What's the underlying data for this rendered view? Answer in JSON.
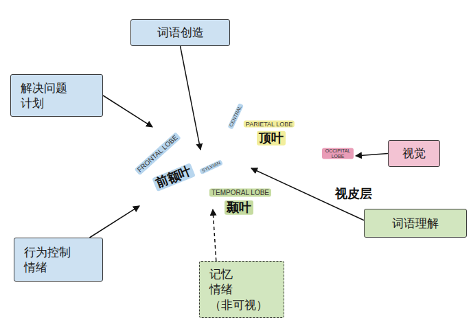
{
  "diagram": {
    "nodes": [
      {
        "text": [
          "词语创造"
        ]
      },
      {
        "text": [
          "解决问题 计划"
        ]
      },
      {
        "text": [
          "FRONTAL LOBE",
          "前额叶"
        ]
      },
      {
        "text": [
          "PARIETAL LOBE",
          "顶叶"
        ]
      },
      {
        "text": [
          "视觉"
        ]
      },
      {
        "text": [
          "OCCIPITAL LOBE",
          "视皮层"
        ]
      },
      {
        "text": [
          "TEMPORAL LOBE",
          "颞叶"
        ]
      },
      {
        "text": [
          "词语理解"
        ]
      },
      {
        "text": [
          "行为控制 情绪"
        ]
      },
      {
        "text": [
          "记忆 情绪 （非可视）"
        ]
      }
    ],
    "edges": [
      {
        "from": 0,
        "to": 2,
        "arrow": "to"
      },
      {
        "from": 1,
        "to": 2,
        "arrow": "to"
      },
      {
        "from": 4,
        "to": 5,
        "arrow": "to"
      },
      {
        "from": 7,
        "to": 6,
        "arrow": "to"
      },
      {
        "from": 8,
        "to": 2,
        "arrow": "to"
      },
      {
        "from": 9,
        "to": 6,
        "arrow": "to"
      }
    ],
    "labels": [
      "CENTRAL",
      "SYLVIAN"
    ]
  }
}
